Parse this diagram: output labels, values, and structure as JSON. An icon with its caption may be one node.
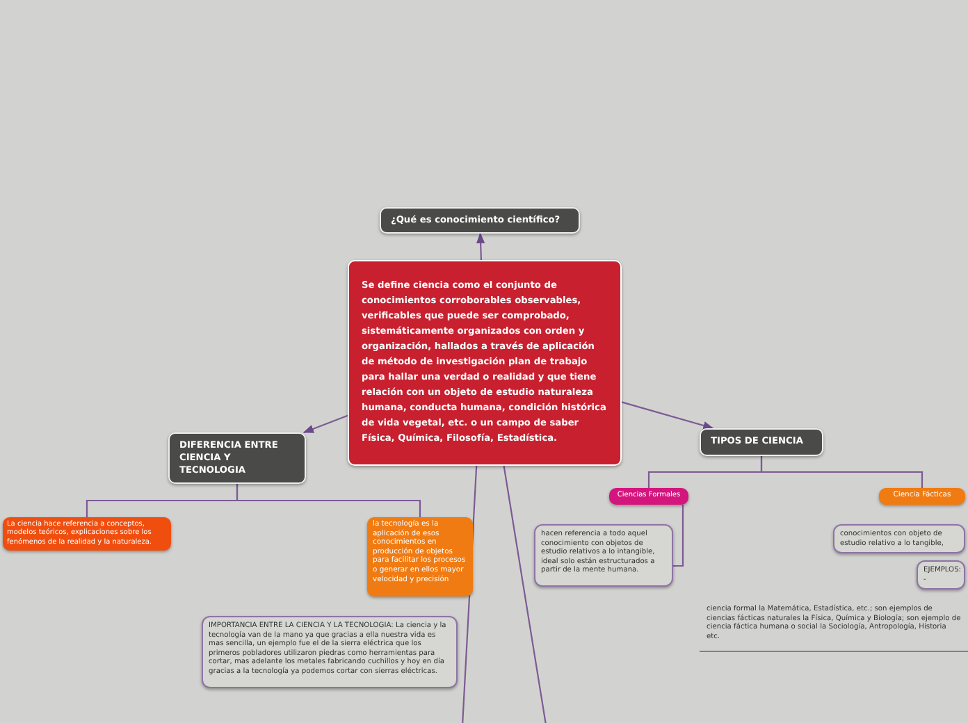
{
  "diagram": {
    "nodes": [
      {
        "text": [
          "Se define ciencia como el conjunto de conocimientos corroborables observables, verificables que puede ser comprobado, sistemáticamente organizados con orden y organización, hallados a través de aplicación de método de investigación plan de trabajo para hallar una verdad o realidad y que tiene relación con un objeto de estudio naturaleza humana, conducta humana, condición histórica de vida vegetal, etc. o un campo de saber Física, Química, Filosofía, Estadística."
        ]
      },
      {
        "text": [
          "¿Qué es conocimiento científico?"
        ]
      },
      {
        "text": [
          "DIFERENCIA ENTRE CIENCIA Y TECNOLOGIA"
        ]
      },
      {
        "text": [
          "La ciencia hace referencia a conceptos, modelos teóricos, explicaciones sobre los fenómenos de la realidad y la naturaleza."
        ]
      },
      {
        "text": [
          "la tecnología es la aplicación de esos conocimientos en producción de objetos para facilitar los procesos o generar en ellos mayor velocidad y precisión"
        ]
      },
      {
        "text": [
          "IMPORTANCIA ENTRE LA CIENCIA Y LA TECNOLOGIA: La ciencia y la tecnología van de la mano ya que gracias a ella nuestra vida es mas sencilla, un ejemplo fue el de la sierra eléctrica que los primeros pobladores utilizaron piedras como herramientas para cortar, mas adelante los metales fabricando cuchillos y hoy en día gracias a la tecnología ya podemos cortar con sierras eléctricas."
        ]
      },
      {
        "text": [
          "TIPOS DE CIENCIA"
        ]
      },
      {
        "text": [
          "Ciencias Formales"
        ]
      },
      {
        "text": [
          "Ciencia Fácticas"
        ]
      },
      {
        "text": [
          "hacen referencia a todo aquel conocimiento con objetos de estudio relativos a lo intangible, ideal  solo están estructurados a partir de la mente humana."
        ]
      },
      {
        "text": [
          "conocimientos con objeto de estudio relativo a lo tangible,"
        ]
      },
      {
        "text": [
          "EJEMPLOS: -"
        ]
      },
      {
        "text": [
          "ciencia formal la Matemática, Estadística, etc.; son ejemplos de ciencias fácticas naturales la Física, Química y Biología; son ejemplo de ciencia fáctica humana o social la Sociología, Antropología, Historia etc."
        ]
      }
    ],
    "edges": [
      {
        "from": 0,
        "to": 1,
        "arrow": "to"
      },
      {
        "from": 0,
        "to": 2,
        "arrow": "to"
      },
      {
        "from": 0,
        "to": 6,
        "arrow": "to"
      },
      {
        "from": 2,
        "to": 3,
        "arrow": "none"
      },
      {
        "from": 2,
        "to": 4,
        "arrow": "none"
      },
      {
        "from": 0,
        "to": null,
        "arrow": "none"
      },
      {
        "from": 0,
        "to": null,
        "arrow": "none"
      },
      {
        "from": 6,
        "to": 7,
        "arrow": "none"
      },
      {
        "from": 6,
        "to": 8,
        "arrow": "none"
      },
      {
        "from": 7,
        "to": 9,
        "arrow": "none"
      }
    ]
  }
}
